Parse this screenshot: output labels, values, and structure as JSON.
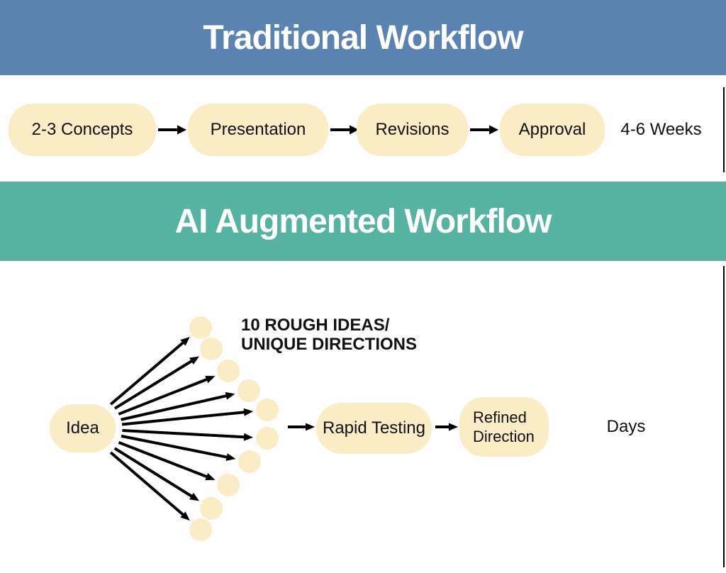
{
  "traditional": {
    "title": "Traditional Workflow",
    "steps": [
      "2-3 Concepts",
      "Presentation",
      "Revisions",
      "Approval"
    ],
    "duration": "4-6 Weeks"
  },
  "ai": {
    "title": "AI Augmented Workflow",
    "start_node": "Idea",
    "fan_label": "10 ROUGH IDEAS/\nUNIQUE DIRECTIONS",
    "fan_count": 10,
    "steps": [
      "Rapid Testing"
    ],
    "refined_node_lines": "Refined\nDirection",
    "duration": "Days"
  },
  "colors": {
    "header_traditional_bg": "#5b83b2",
    "header_ai_bg": "#56b2a1",
    "node_fill": "#faecc4",
    "arrow": "#000000",
    "heading_text": "#ffffff",
    "body_text": "#111111"
  }
}
